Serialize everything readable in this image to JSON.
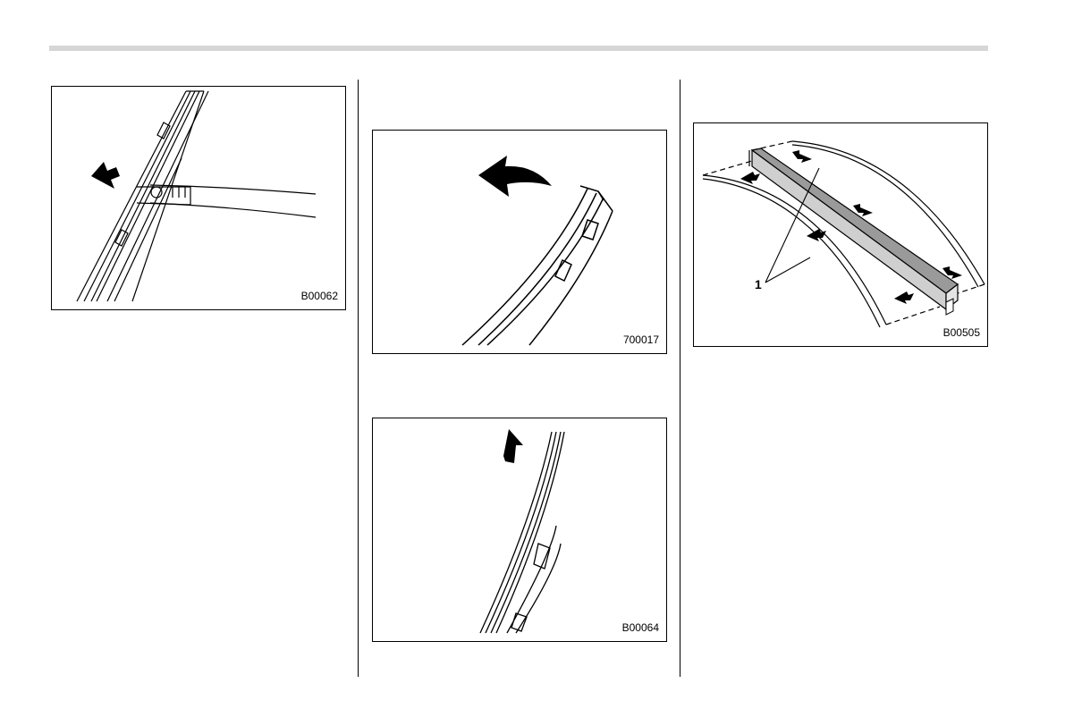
{
  "figures": {
    "fig1": {
      "code": "B00062"
    },
    "fig2": {
      "code": "700017"
    },
    "fig3": {
      "code": "B00064"
    },
    "fig4": {
      "code": "B00505",
      "callout": "1"
    }
  }
}
